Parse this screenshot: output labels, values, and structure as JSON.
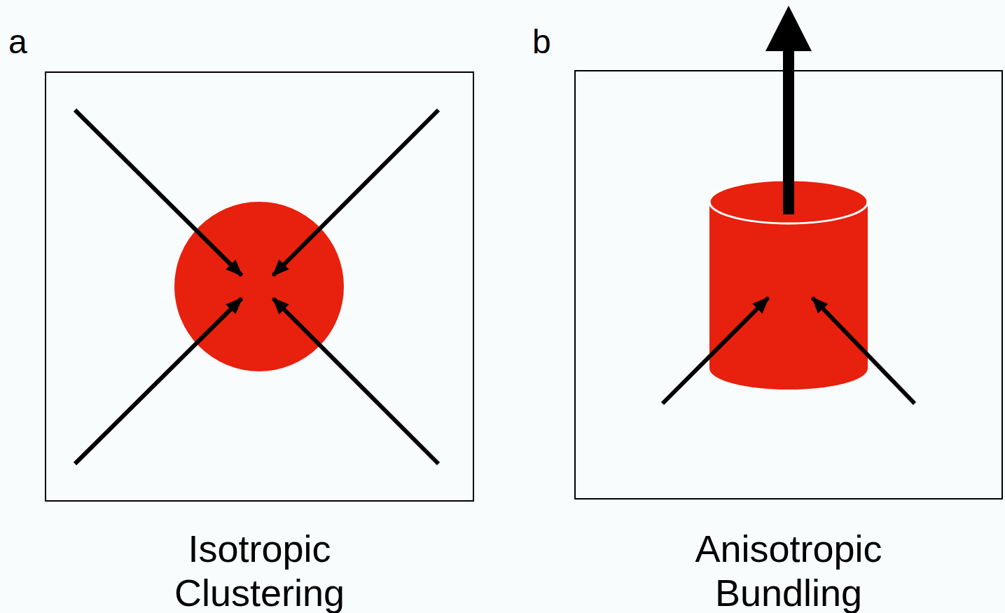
{
  "diagram": {
    "nodes": [
      {
        "text": [
          "a",
          "Isotropic Clustering"
        ]
      },
      {
        "text": [
          "b",
          "Anisotropic Bundling"
        ]
      }
    ]
  }
}
